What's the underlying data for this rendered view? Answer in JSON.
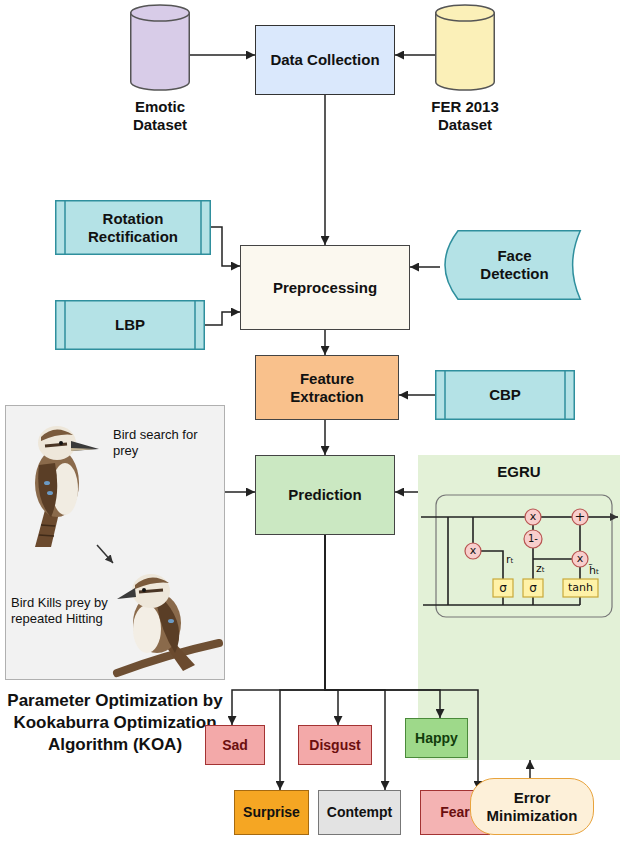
{
  "diagram": {
    "nodes": [
      {
        "text": [
          "Emotic Dataset"
        ]
      },
      {
        "text": [
          "Data Collection"
        ]
      },
      {
        "text": [
          "FER 2013 Dataset"
        ]
      },
      {
        "text": [
          "Rotation Rectification"
        ]
      },
      {
        "text": [
          "Preprocessing"
        ]
      },
      {
        "text": [
          "Face Detection"
        ]
      },
      {
        "text": [
          "LBP"
        ]
      },
      {
        "text": [
          "Feature Extraction"
        ]
      },
      {
        "text": [
          "CBP"
        ]
      },
      {
        "text": [
          "Bird search for prey",
          "Bird Kills prey by repeated Hitting",
          "Parameter Optimization by Kookaburra Optimization Algorithm (KOA)"
        ]
      },
      {
        "text": [
          "Prediction"
        ]
      },
      {
        "text": [
          "EGRU",
          "rₜ",
          "zₜ",
          "h̃ₜ",
          "σ",
          "σ",
          "tanh",
          "x",
          "x",
          "x",
          "1-",
          "+"
        ]
      },
      {
        "text": [
          "Sad"
        ]
      },
      {
        "text": [
          "Disgust"
        ]
      },
      {
        "text": [
          "Happy"
        ]
      },
      {
        "text": [
          "Surprise"
        ]
      },
      {
        "text": [
          "Contempt"
        ]
      },
      {
        "text": [
          "Fear"
        ]
      },
      {
        "text": [
          "Error Minimization"
        ]
      }
    ],
    "edges": [
      {
        "from": 0,
        "to": 1,
        "arrow": "to"
      },
      {
        "from": 2,
        "to": 1,
        "arrow": "to"
      },
      {
        "from": 1,
        "to": 4,
        "arrow": "to"
      },
      {
        "from": 3,
        "to": 4,
        "arrow": "to"
      },
      {
        "from": 6,
        "to": 4,
        "arrow": "to"
      },
      {
        "from": 5,
        "to": 4,
        "arrow": "to"
      },
      {
        "from": 4,
        "to": 7,
        "arrow": "to"
      },
      {
        "from": 8,
        "to": 7,
        "arrow": "to"
      },
      {
        "from": 7,
        "to": 10,
        "arrow": "to"
      },
      {
        "from": 9,
        "to": 10,
        "arrow": "to"
      },
      {
        "from": 11,
        "to": 10,
        "arrow": "to"
      },
      {
        "from": 18,
        "to": 11,
        "arrow": "to"
      },
      {
        "from": 10,
        "to": 12,
        "arrow": "to"
      },
      {
        "from": 10,
        "to": 13,
        "arrow": "to"
      },
      {
        "from": 10,
        "to": 14,
        "arrow": "to"
      },
      {
        "from": 10,
        "to": 15,
        "arrow": "to"
      },
      {
        "from": 10,
        "to": 16,
        "arrow": "to"
      },
      {
        "from": 10,
        "to": 17,
        "arrow": "to"
      }
    ]
  }
}
